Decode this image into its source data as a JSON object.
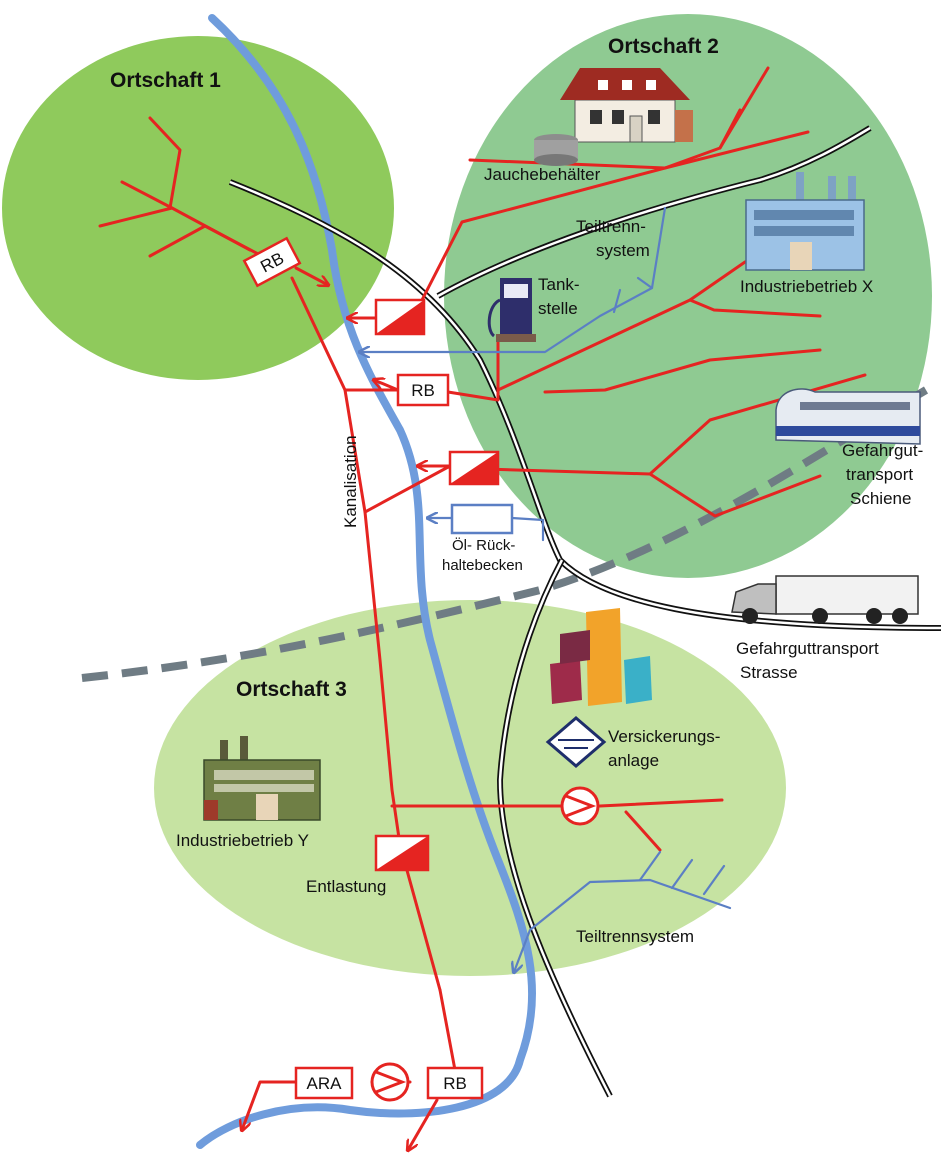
{
  "areas": {
    "ortschaft1": "Ortschaft 1",
    "ortschaft2": "Ortschaft 2",
    "ortschaft3": "Ortschaft 3"
  },
  "labels": {
    "jauchebehaelter": "Jauchebehälter",
    "teiltrenn_line1": "Teiltrenn-",
    "teiltrenn_line2": "system",
    "tank_line1": "Tank-",
    "tank_line2": "stelle",
    "industrie_x": "Industriebetrieb X",
    "gefahrgut_schiene_line1": "Gefahrgut-",
    "gefahrgut_schiene_line2": "transport",
    "gefahrgut_schiene_line3": "Schiene",
    "gefahrgut_strasse_line1": "Gefahrguttransport",
    "gefahrgut_strasse_line2": "Strasse",
    "kanalisation": "Kanalisation",
    "oel_line1": "Öl- Rück-",
    "oel_line2": "haltebecken",
    "versickerung_line1": "Versickerungs-",
    "versickerung_line2": "anlage",
    "industrie_y": "Industriebetrieb Y",
    "entlastung": "Entlastung",
    "teiltrennsystem": "Teiltrennsystem"
  },
  "boxes": {
    "rb_ortschaft1": "RB",
    "rb_middle": "RB",
    "rb_bottom": "RB",
    "ara": "ARA"
  },
  "colors": {
    "sewer_red": "#e52421",
    "river_blue": "#6f9cdc",
    "separate_system_blue": "#5b7fc4",
    "area1_green": "#8fca5c",
    "area2_green": "#8fca92",
    "area3_green": "#c6e3a2",
    "rail_dashed_gray": "#6f7c84"
  },
  "icons": [
    "house-icon",
    "manure-tank-icon",
    "factory-x-icon",
    "fuel-pump-icon",
    "bullet-train-icon",
    "truck-icon",
    "city-buildings-icon",
    "infiltration-symbol-icon",
    "factory-y-icon",
    "overflow-structure-icon",
    "pump-icon"
  ]
}
